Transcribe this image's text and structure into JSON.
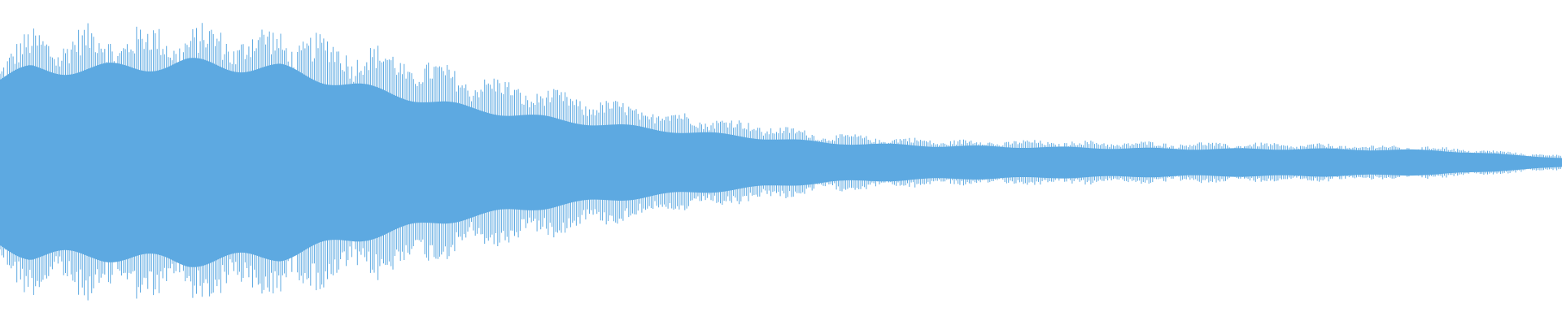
{
  "waveform": {
    "color": "#5DA9E1",
    "background": "#FFFFFF",
    "label": "",
    "envelope": {
      "description_points": [
        {
          "t": 0.0,
          "core": 0.55,
          "peak": 0.78
        },
        {
          "t": 0.02,
          "core": 0.62,
          "peak": 0.9
        },
        {
          "t": 0.06,
          "core": 0.62,
          "peak": 0.93
        },
        {
          "t": 0.12,
          "core": 0.66,
          "peak": 0.94
        },
        {
          "t": 0.18,
          "core": 0.62,
          "peak": 0.92
        },
        {
          "t": 0.24,
          "core": 0.48,
          "peak": 0.8
        },
        {
          "t": 0.3,
          "core": 0.36,
          "peak": 0.62
        },
        {
          "t": 0.36,
          "core": 0.28,
          "peak": 0.48
        },
        {
          "t": 0.42,
          "core": 0.22,
          "peak": 0.37
        },
        {
          "t": 0.48,
          "core": 0.17,
          "peak": 0.28
        },
        {
          "t": 0.53,
          "core": 0.13,
          "peak": 0.2
        },
        {
          "t": 0.6,
          "core": 0.11,
          "peak": 0.16
        },
        {
          "t": 0.68,
          "core": 0.1,
          "peak": 0.15
        },
        {
          "t": 0.76,
          "core": 0.09,
          "peak": 0.14
        },
        {
          "t": 0.84,
          "core": 0.09,
          "peak": 0.13
        },
        {
          "t": 0.92,
          "core": 0.08,
          "peak": 0.11
        },
        {
          "t": 1.0,
          "core": 0.03,
          "peak": 0.05
        }
      ]
    }
  }
}
